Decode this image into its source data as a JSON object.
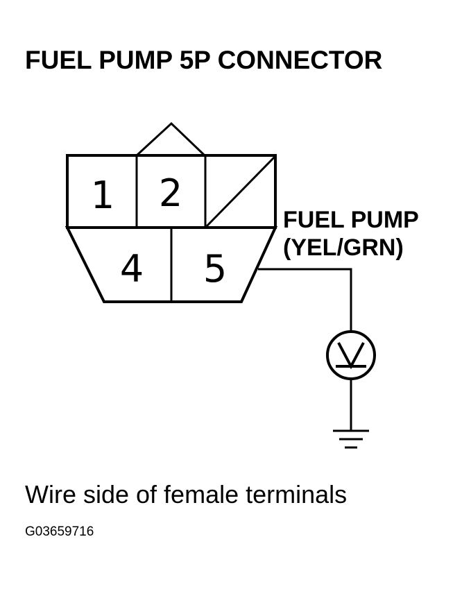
{
  "title": "FUEL PUMP 5P CONNECTOR",
  "connector": {
    "pins": [
      "1",
      "2",
      "4",
      "5"
    ]
  },
  "wire_label": {
    "line1": "FUEL PUMP",
    "line2": "(YEL/GRN)"
  },
  "caption": "Wire side of female terminals",
  "figure_id": "G03659716",
  "icons": {
    "meter": "voltmeter-icon",
    "ground": "ground-icon"
  }
}
